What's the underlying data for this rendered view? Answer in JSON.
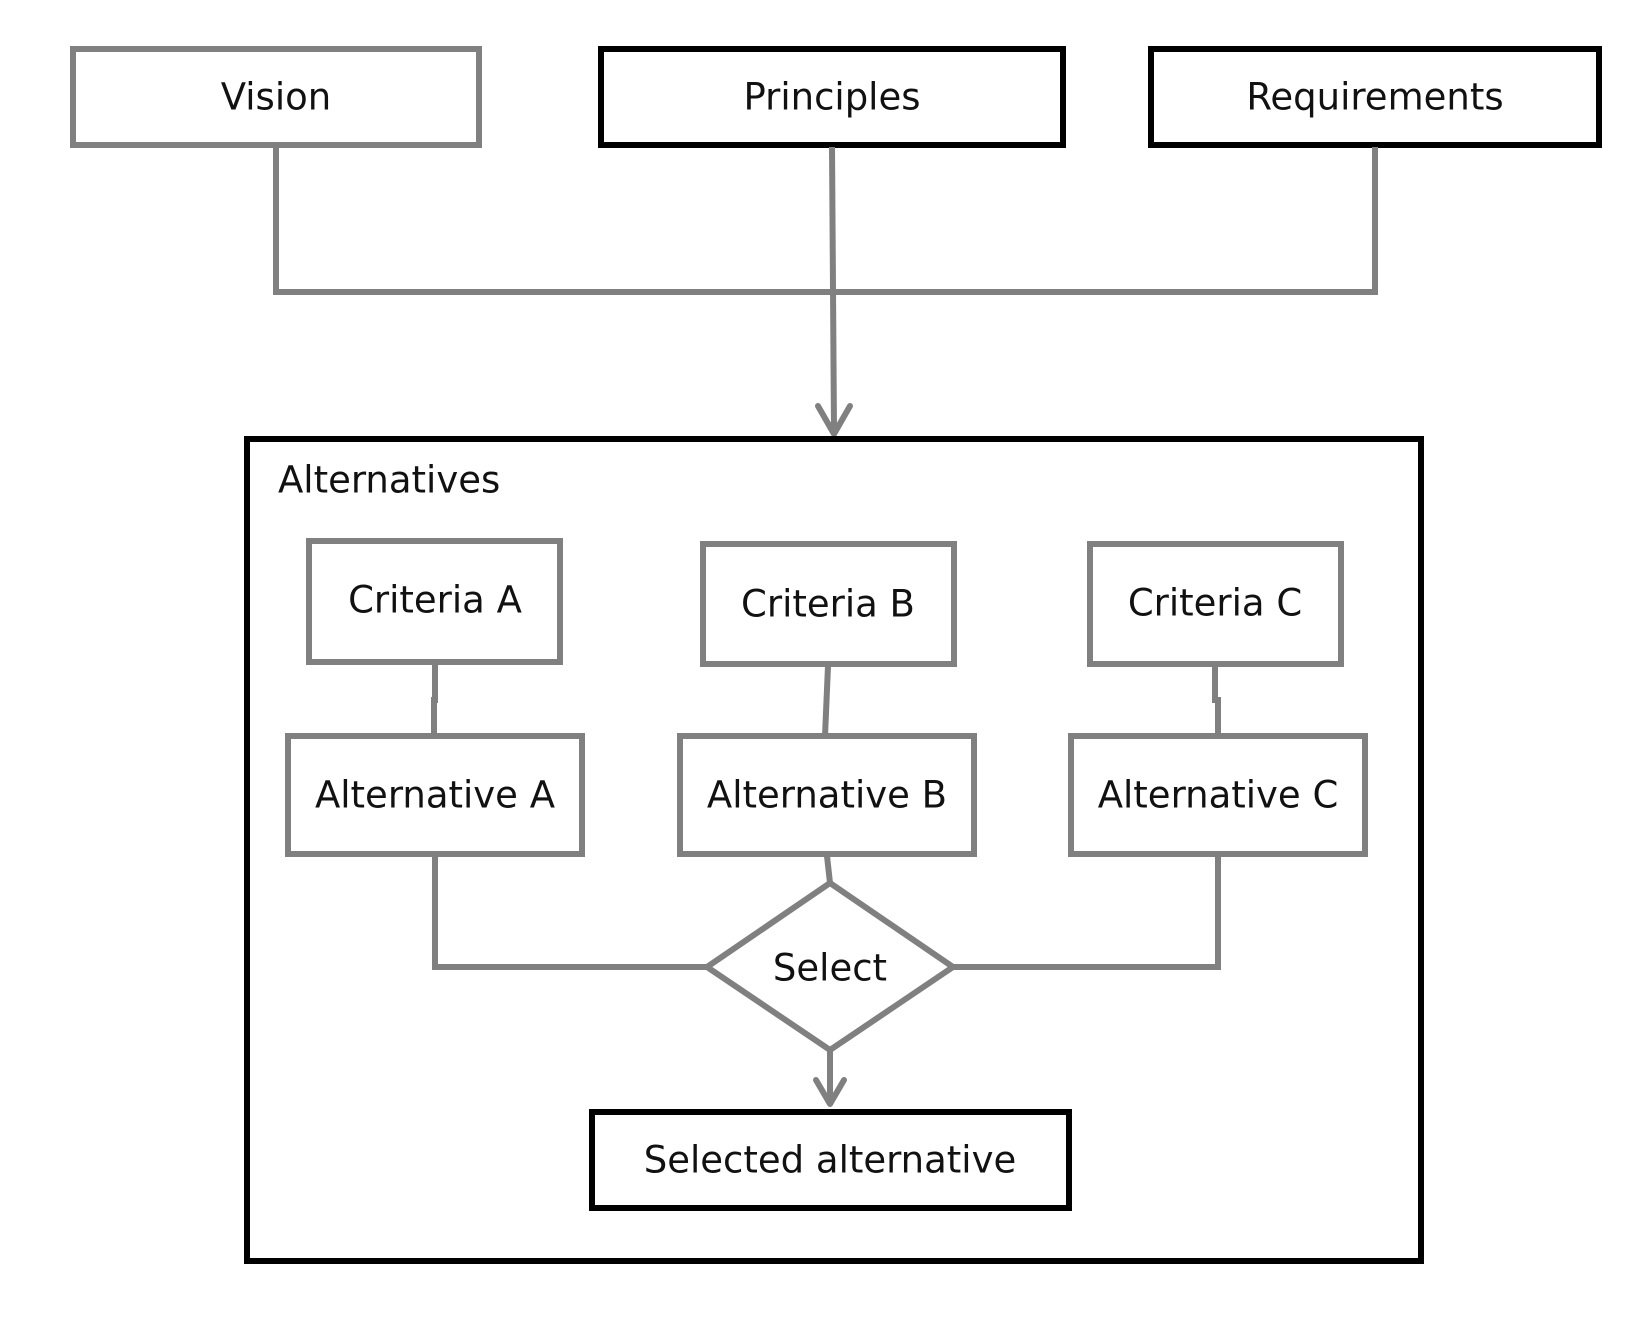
{
  "inputs": {
    "vision": "Vision",
    "principles": "Principles",
    "requirements": "Requirements"
  },
  "alternatives_group": {
    "label": "Alternatives",
    "criteria": {
      "a": "Criteria A",
      "b": "Criteria B",
      "c": "Criteria C"
    },
    "alternatives": {
      "a": "Alternative A",
      "b": "Alternative B",
      "c": "Alternative C"
    },
    "decision": "Select",
    "result": "Selected alternative"
  },
  "colors": {
    "connector": "#808080",
    "input_vision_border": "#808080",
    "input_dark_border": "#000000",
    "frame_border": "#000000",
    "text": "#111111"
  }
}
